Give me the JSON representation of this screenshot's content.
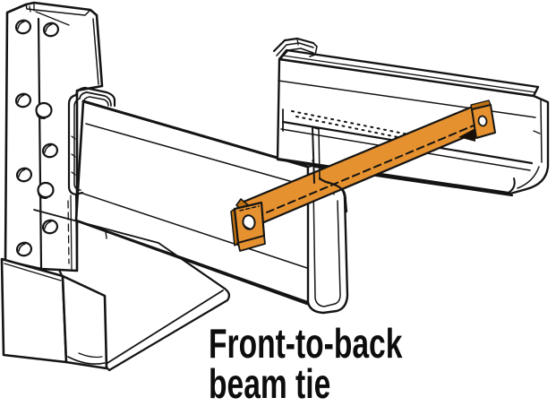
{
  "caption": {
    "line1": "Front-to-back",
    "line2": "beam tie"
  },
  "colors": {
    "highlight": "#E6912F",
    "highlight_shadow": "#BE7112",
    "line": "#141414",
    "background": "#FFFFFF"
  },
  "parts": {
    "upright": "pallet-rack-upright-column",
    "base_plate": "upright-base-plate",
    "foot": "upright-foot-guard",
    "connector": "beam-connector-bracket",
    "front_beam": "front-step-beam",
    "rear_beam": "rear-step-beam",
    "tie": "front-to-back-beam-tie"
  }
}
